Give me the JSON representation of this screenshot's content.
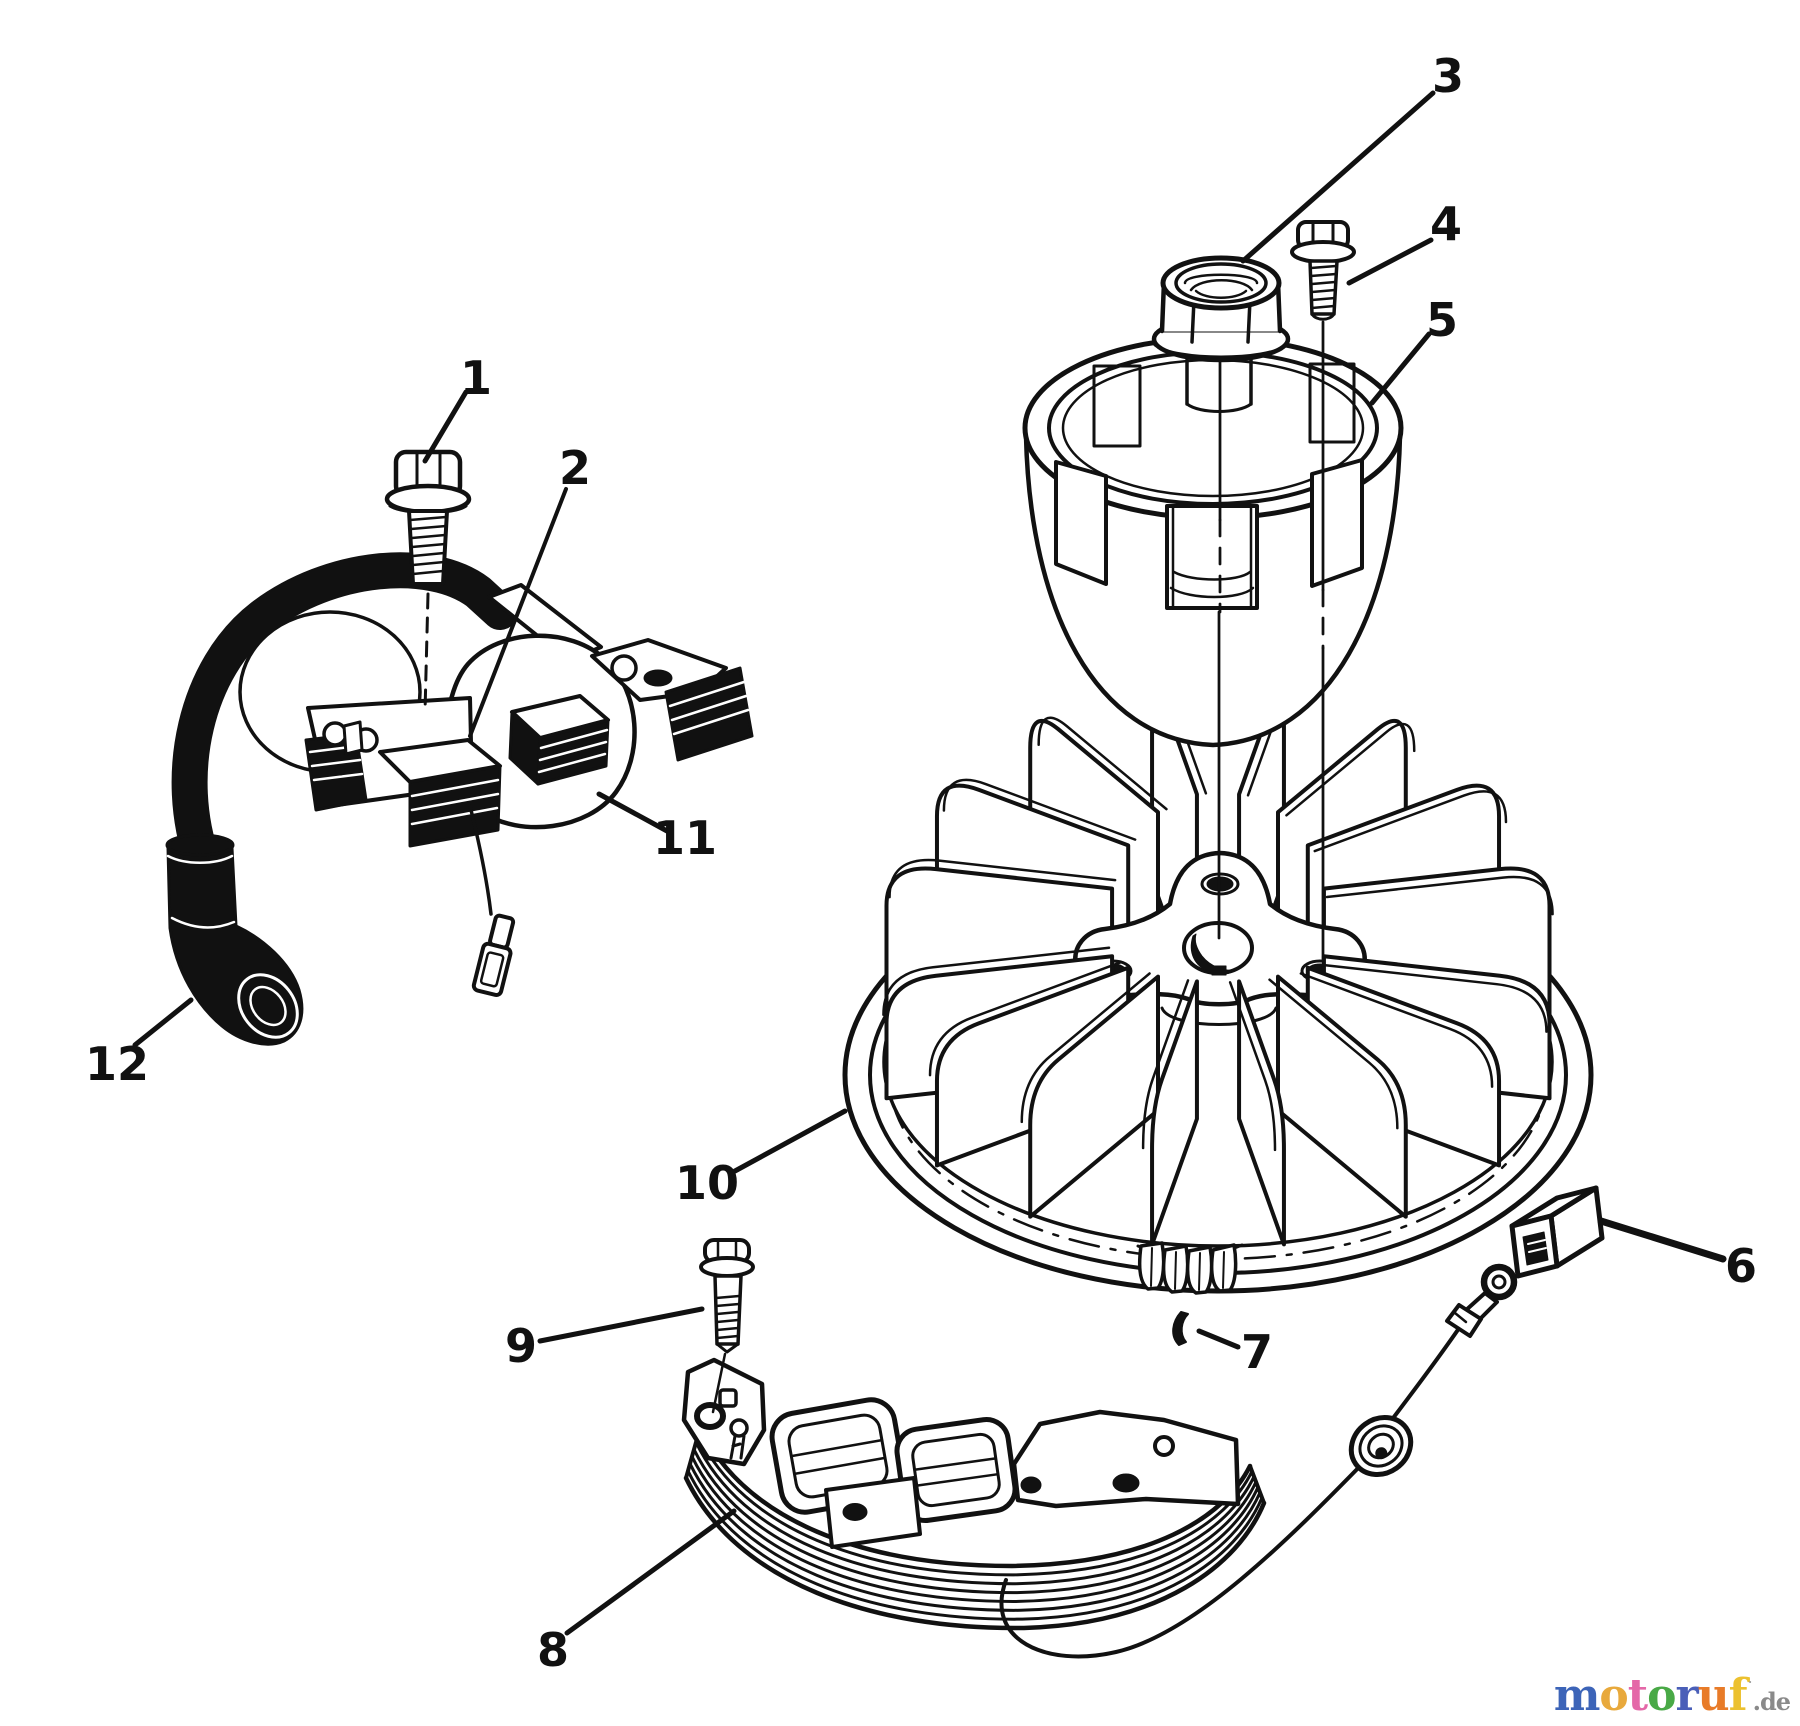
{
  "figure": {
    "kind": "exploded-parts-diagram",
    "subject": "engine magneto and flywheel assembly",
    "background_color": "#ffffff",
    "line_color": "#111111"
  },
  "callouts": [
    {
      "label": "1",
      "part": "coil-mount-bolt"
    },
    {
      "label": "2",
      "part": "breaker-points"
    },
    {
      "label": "3",
      "part": "flywheel-nut"
    },
    {
      "label": "4",
      "part": "starter-cup-bolt"
    },
    {
      "label": "5",
      "part": "starter-cup"
    },
    {
      "label": "6",
      "part": "terminal-switch"
    },
    {
      "label": "7",
      "part": "flywheel-key"
    },
    {
      "label": "8",
      "part": "stator-assembly"
    },
    {
      "label": "9",
      "part": "stator-mount-bolt"
    },
    {
      "label": "10",
      "part": "flywheel"
    },
    {
      "label": "11",
      "part": "ignition-coil"
    },
    {
      "label": "12",
      "part": "spark-plug-boot"
    }
  ],
  "watermark": {
    "letters": [
      {
        "char": "m",
        "color": "#3c64b8"
      },
      {
        "char": "o",
        "color": "#e8a93c"
      },
      {
        "char": "t",
        "color": "#e468a8"
      },
      {
        "char": "o",
        "color": "#49a946"
      },
      {
        "char": "r",
        "color": "#4a5fb8"
      },
      {
        "char": "u",
        "color": "#e87b28"
      },
      {
        "char": "f",
        "color": "#ecc12f"
      }
    ],
    "mark": {
      "char": "˙",
      "color": "#9a9a9a"
    },
    "suffix": ".de",
    "suffix_color": "#8a8a8a"
  }
}
